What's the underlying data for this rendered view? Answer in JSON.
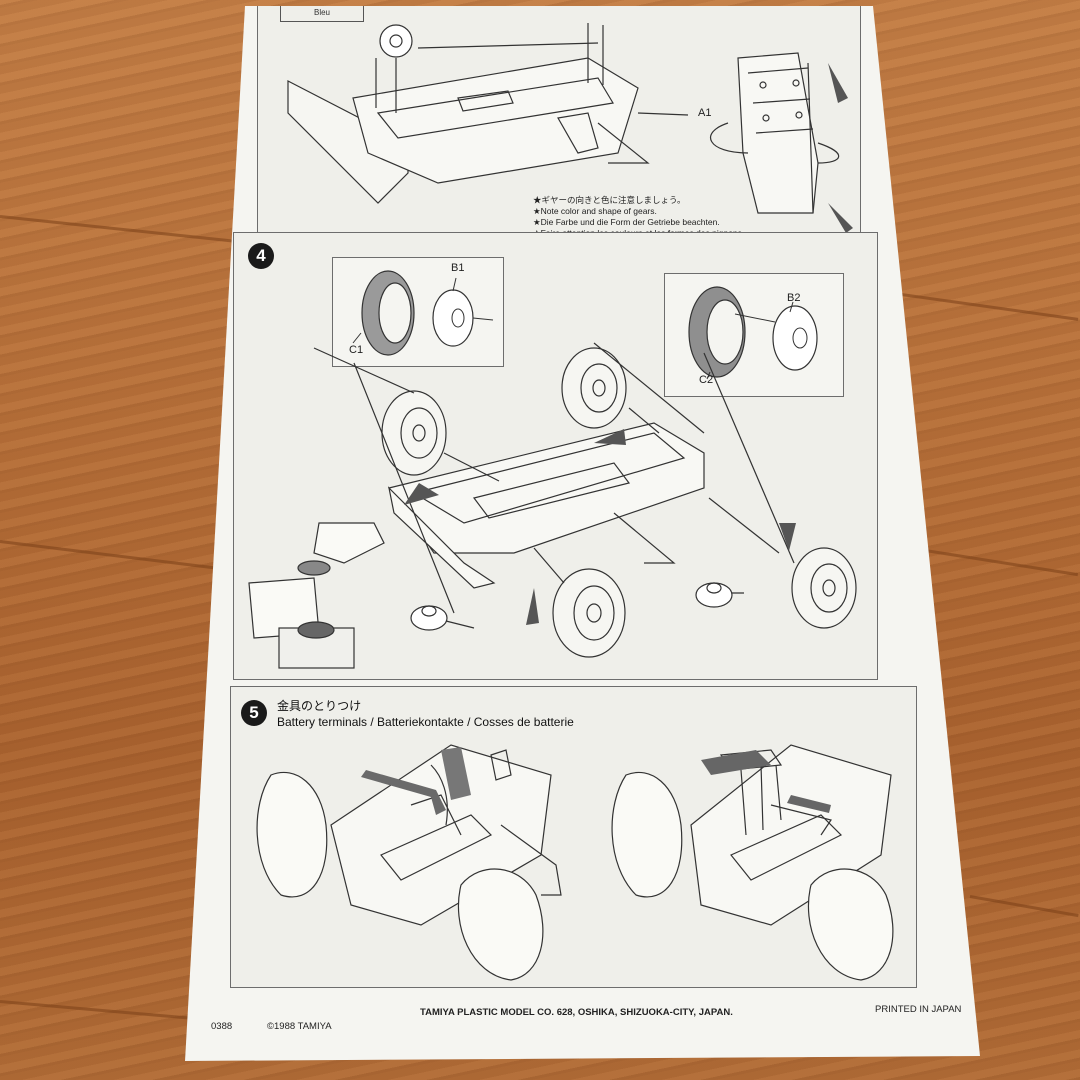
{
  "step3": {
    "color_tag": "Bleu",
    "part_label": "A1",
    "notes": [
      "★ギヤーの向きと色に注意しましょう。",
      "★Note color and shape of gears.",
      "★Die Farbe und die Form der Getriebe beachten.",
      "★Faire attention les couleurs et les formes des pignons."
    ]
  },
  "step4": {
    "number": "4",
    "parts": {
      "c1": "C1",
      "b1": "B1",
      "b2": "B2",
      "c2": "C2"
    }
  },
  "step5": {
    "number": "5",
    "title_jp": "金具のとりつけ",
    "title": "Battery terminals / Batteriekontakte / Cosses de batterie"
  },
  "footer": {
    "code": "0388",
    "copyright": "©1988  TAMIYA",
    "company": "TAMIYA PLASTIC MODEL CO. 628, OSHIKA, SHIZUOKA-CITY, JAPAN.",
    "printed": "PRINTED IN JAPAN"
  }
}
